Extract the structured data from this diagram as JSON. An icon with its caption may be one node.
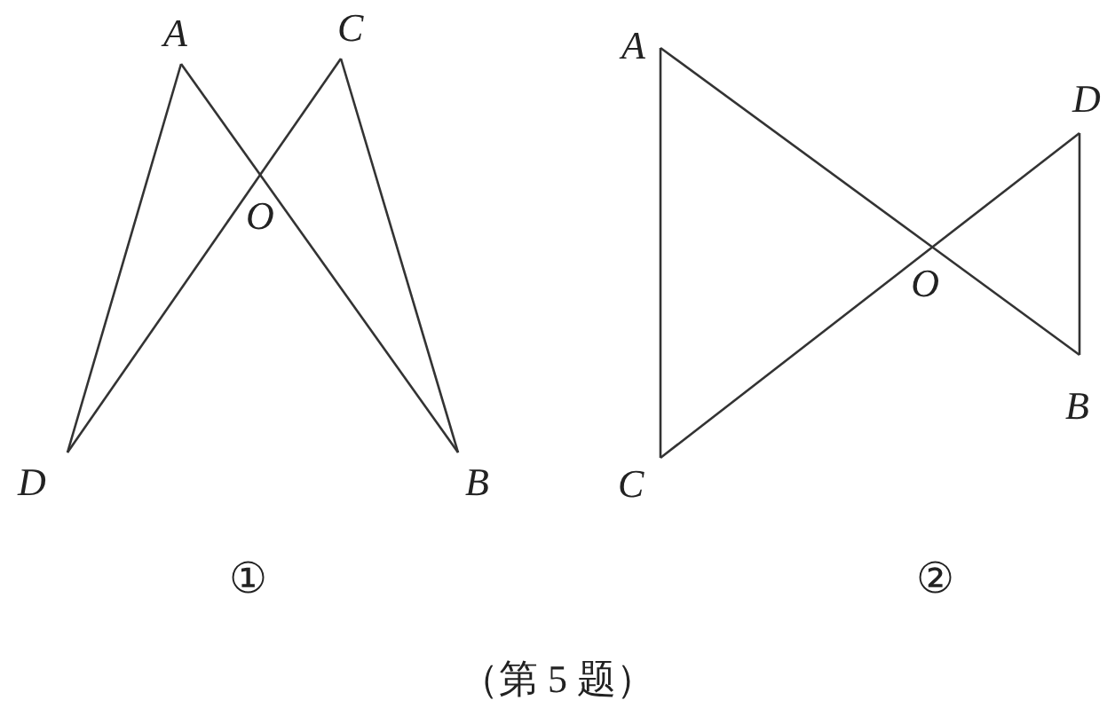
{
  "diagram": {
    "caption": "（第 5 题）",
    "nodes": [
      {
        "text": [
          "A"
        ]
      },
      {
        "text": [
          "C"
        ]
      },
      {
        "text": [
          "O"
        ]
      },
      {
        "text": [
          "D"
        ]
      },
      {
        "text": [
          "B"
        ]
      },
      {
        "text": [
          "A"
        ]
      },
      {
        "text": [
          "D"
        ]
      },
      {
        "text": [
          "O"
        ]
      },
      {
        "text": [
          "C"
        ]
      },
      {
        "text": [
          "B"
        ]
      }
    ],
    "edges": [
      {
        "from": 0,
        "to": 2,
        "arrow": "none"
      },
      {
        "from": 2,
        "to": 4,
        "arrow": "none"
      },
      {
        "from": 1,
        "to": 2,
        "arrow": "none"
      },
      {
        "from": 2,
        "to": 3,
        "arrow": "none"
      },
      {
        "from": 0,
        "to": 3,
        "arrow": "none"
      },
      {
        "from": 1,
        "to": 4,
        "arrow": "none"
      },
      {
        "from": 5,
        "to": 7,
        "arrow": "none"
      },
      {
        "from": 7,
        "to": 9,
        "arrow": "none"
      },
      {
        "from": 8,
        "to": 7,
        "arrow": "none"
      },
      {
        "from": 7,
        "to": 6,
        "arrow": "none"
      },
      {
        "from": 5,
        "to": 8,
        "arrow": "none"
      },
      {
        "from": 6,
        "to": 9,
        "arrow": "none"
      }
    ],
    "labels": [
      "①",
      "②"
    ]
  }
}
